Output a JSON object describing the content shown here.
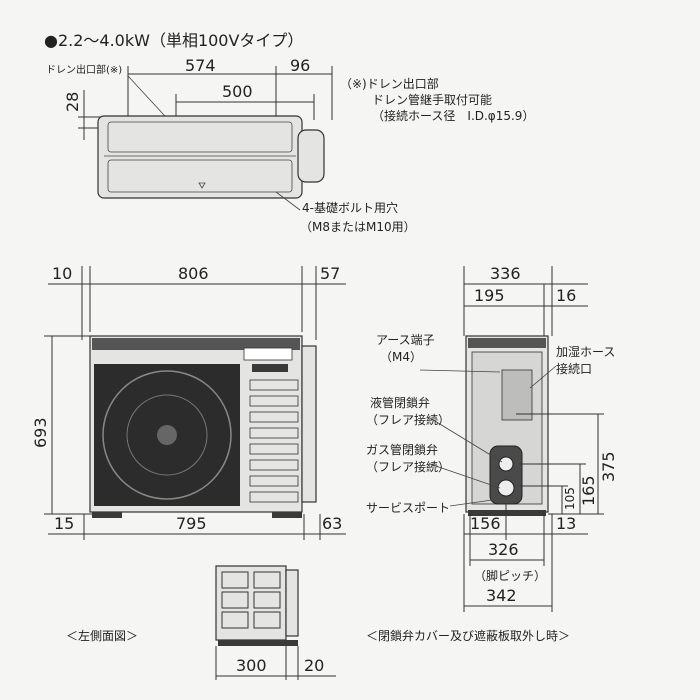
{
  "header": "●2.2～4.0kW（単相100Vタイプ）",
  "top_view": {
    "drain_label": "ドレン出口部(※)",
    "dim_574": "574",
    "dim_96": "96",
    "dim_500": "500",
    "dim_28": "28",
    "note_line1": "（※)ドレン出口部",
    "note_line2": "ドレン管継手取付可能",
    "note_line3": "（接続ホース径　I.D.φ15.9）",
    "bolt_line1": "4-基礎ボルト用穴",
    "bolt_line2": "（M8またはM10用）"
  },
  "front_view": {
    "dim_10": "10",
    "dim_806": "806",
    "dim_57": "57",
    "dim_693": "693",
    "dim_15": "15",
    "dim_795": "795",
    "dim_63": "63"
  },
  "side_view": {
    "dim_336": "336",
    "dim_195": "195",
    "dim_16": "16",
    "earth_line1": "アース端子",
    "earth_line2": "（M4）",
    "humid_line1": "加湿ホース",
    "humid_line2": "接続口",
    "liquid_line1": "液管閉鎖弁",
    "liquid_line2": "（フレア接続）",
    "gas_line1": "ガス管閉鎖弁",
    "gas_line2": "（フレア接続）",
    "service_port": "サービスポート",
    "dim_375": "375",
    "dim_165": "165",
    "dim_105": "105",
    "dim_156": "156",
    "dim_13": "13",
    "dim_326": "326",
    "leg_pitch": "（脚ピッチ）",
    "dim_342": "342",
    "caption": "＜閉鎖弁カバー及び遮蔽板取外し時＞"
  },
  "left_view": {
    "caption": "＜左側面図＞",
    "dim_300": "300",
    "dim_20": "20"
  }
}
